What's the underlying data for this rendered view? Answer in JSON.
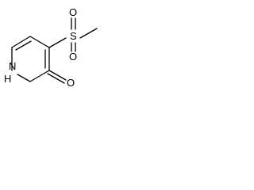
{
  "structure": {
    "atoms": {
      "sulfur": "S",
      "oxygen_sulfonyl_top": "O",
      "oxygen_sulfonyl_bottom": "O",
      "ring_nitrogen": "H",
      "nitrogen_letter": "N",
      "carbonyl_oxygen": "O"
    }
  }
}
